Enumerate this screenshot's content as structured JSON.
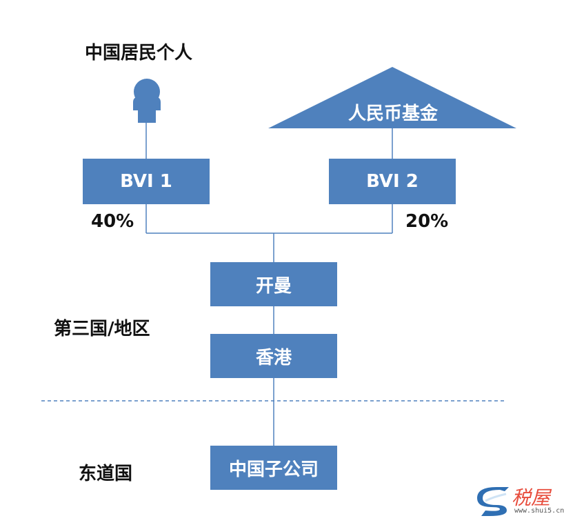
{
  "labels": {
    "individual": "中国居民个人",
    "third_country": "第三国/地区",
    "host_country": "东道国"
  },
  "nodes": {
    "bvi1": "BVI 1",
    "bvi2": "BVI 2",
    "fund": "人民币基金",
    "cayman": "开曼",
    "hongkong": "香港",
    "china_sub": "中国子公司"
  },
  "percentages": {
    "bvi1": "40%",
    "bvi2": "20%"
  },
  "watermark": {
    "text": "税屋",
    "url": "www.shui5.cn"
  },
  "colors": {
    "box": "#4f81bd",
    "line": "#4f81bd",
    "divider": "#4f81bd"
  }
}
